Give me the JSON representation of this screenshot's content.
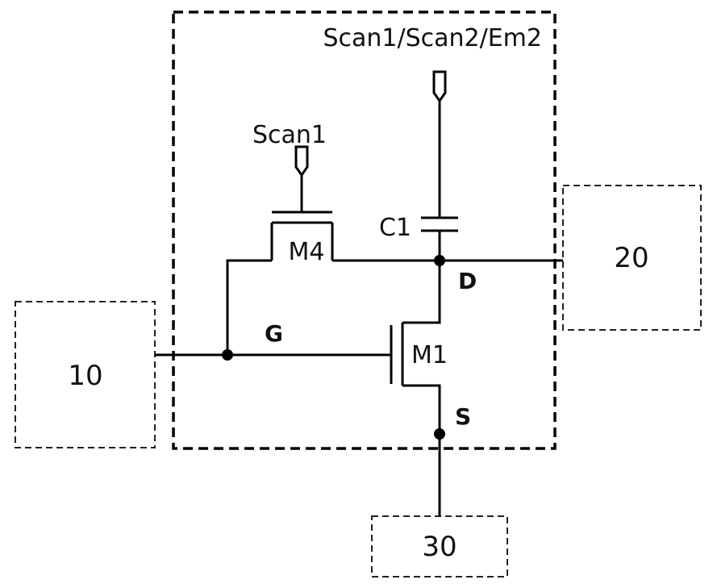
{
  "circuit": {
    "box_label": "Scan1/Scan2/Em2",
    "scan1_label": "Scan1",
    "transistor_m4": "M4",
    "transistor_m1": "M1",
    "capacitor_c1": "C1",
    "node_d": "D",
    "node_g": "G",
    "node_s": "S"
  },
  "blocks": {
    "block_10": "10",
    "block_20": "20",
    "block_30": "30"
  }
}
